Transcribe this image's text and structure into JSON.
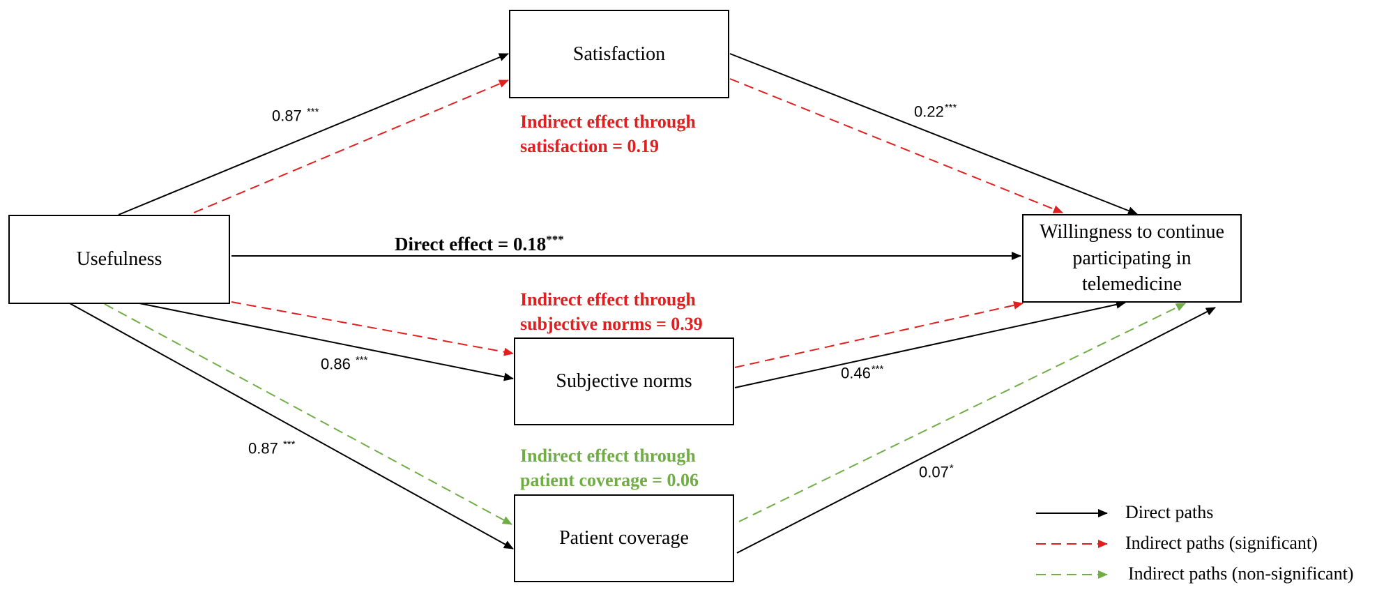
{
  "nodes": {
    "usefulness": "Usefulness",
    "satisfaction": "Satisfaction",
    "subjective_norms": "Subjective norms",
    "patient_coverage": "Patient coverage",
    "willingness": "Willingness to continue participating in telemedicine"
  },
  "paths": {
    "usefulness_satisfaction": {
      "value": "0.87",
      "sig": "***"
    },
    "satisfaction_willingness": {
      "value": "0.22",
      "sig": "***"
    },
    "usefulness_norms": {
      "value": "0.86",
      "sig": "***"
    },
    "norms_willingness": {
      "value": "0.46",
      "sig": "***"
    },
    "usefulness_coverage": {
      "value": "0.87",
      "sig": "***"
    },
    "coverage_willingness": {
      "value": "0.07",
      "sig": "*"
    }
  },
  "direct_effect": {
    "label": "Direct effect = 0.18",
    "sig": "***"
  },
  "indirect": {
    "satisfaction": "Indirect effect through satisfaction = 0.19",
    "norms": "Indirect effect through subjective norms = 0.39",
    "coverage": "Indirect effect through patient coverage = 0.06"
  },
  "legend": {
    "direct": "Direct paths",
    "indirect_sig": "Indirect paths (significant)",
    "indirect_nonsig": "Indirect paths (non-significant)"
  },
  "colors": {
    "direct": "#000000",
    "indirect_significant": "#e02020",
    "indirect_nonsignificant": "#70ad47"
  }
}
